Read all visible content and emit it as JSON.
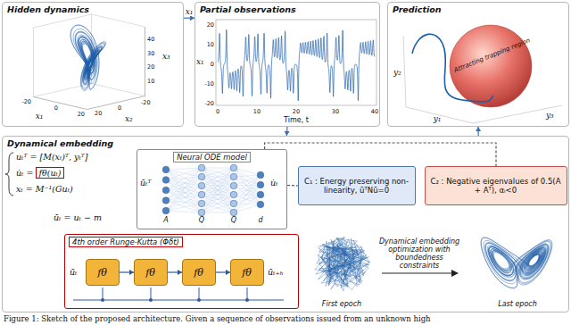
{
  "diagram": {
    "caption": "Figure 1: Sketch of the proposed architecture. Given a sequence of observations issued from an unknown high",
    "nodes": [
      {
        "text": [
          "Hidden dynamics"
        ]
      },
      {
        "text": [
          "Partial observations"
        ]
      },
      {
        "text": [
          "Prediction"
        ]
      },
      {
        "text": [
          "Dynamical embedding"
        ]
      },
      {
        "text": [
          "Neural ODE model"
        ],
        "in": 3
      },
      {
        "text": [
          "C₁ : Energy preserving non-linearity, ūᵀNū=0"
        ],
        "in": 3
      },
      {
        "text": [
          "C₂ : Negative eigenvalues of 0.5(A + Aᵀ), αᵢ<0"
        ],
        "in": 3
      },
      {
        "text": [
          "4th order Runge-Kutta (Φδt)"
        ],
        "in": 3
      },
      {
        "text": [
          "fθ"
        ],
        "in": 7
      },
      {
        "text": [
          "fθ"
        ],
        "in": 7
      },
      {
        "text": [
          "fθ"
        ],
        "in": 7
      },
      {
        "text": [
          "fθ"
        ],
        "in": 7
      }
    ],
    "edges": [
      {
        "from": 0,
        "to": 1,
        "arrow": "to",
        "label": "x₁"
      },
      {
        "from": 1,
        "to": 3,
        "arrow": "to"
      },
      {
        "from": 3,
        "to": 2,
        "arrow": "to"
      },
      {
        "from": 4,
        "to": 5,
        "arrow": "none"
      },
      {
        "from": 4,
        "to": 6,
        "arrow": "none"
      },
      {
        "from": 8,
        "to": 9,
        "arrow": "to"
      },
      {
        "from": 9,
        "to": 10,
        "arrow": "to"
      },
      {
        "from": 10,
        "to": 11,
        "arrow": "to"
      }
    ],
    "labels": [
      "40",
      "30",
      "20",
      "10",
      "x₃",
      "-20",
      "0",
      "20",
      "x₁",
      "20",
      "0",
      "-20",
      "x₂",
      "20",
      "10",
      "0",
      "-10",
      "-20",
      "x₁",
      "0",
      "10",
      "20",
      "30",
      "40",
      "Time, t",
      "Attracting trapping region",
      "y₁",
      "y₂",
      "y₃",
      "uₜᵀ = [M(xₜ)ᵀ, yₜᵀ]",
      "u̇ₜ =",
      "fθ(uₜ)",
      "xₜ = M⁻¹(Guₜ)",
      "ūₜ = uₜ − m",
      "ūₜᵀ",
      "A",
      "Q",
      "Q",
      "d",
      "u̇ₜ",
      "ūₜ",
      "ūₜ₊ₕ",
      "First epoch",
      "Dynamical embedding optimization with boundedness constraints",
      "Last epoch"
    ]
  }
}
